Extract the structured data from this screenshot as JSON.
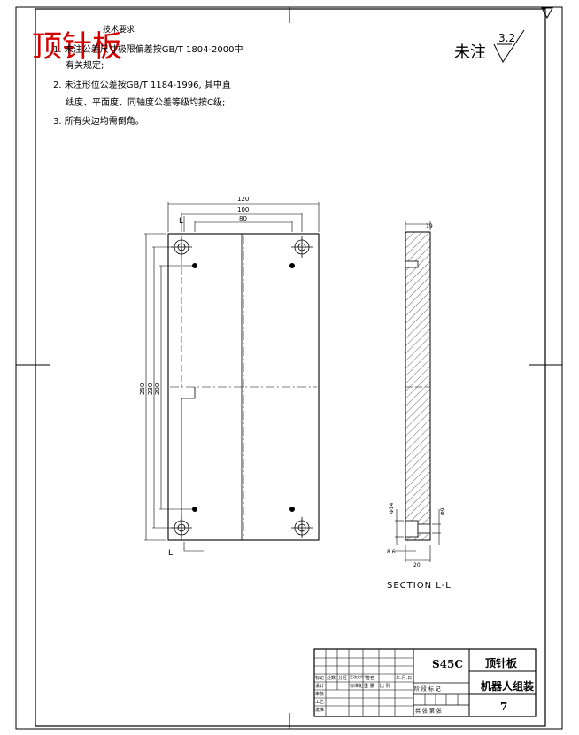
{
  "overlay_title": "顶针板",
  "notes": {
    "heading": "技术要求",
    "line1": "1. 未注公差尺寸极限偏差按GB/T 1804-2000中",
    "line1b": "有关规定;",
    "line2": "2. 未注形位公差按GB/T 1184-1996, 其中直",
    "line2b": "线度、平面度、同轴度公差等级均按C级;",
    "line3": "3. 所有尖边均需倒角。"
  },
  "roughness": {
    "label": "未注",
    "value": "3.2"
  },
  "dimensions": {
    "w120": "120",
    "w100": "100",
    "w80": "80",
    "h250": "250",
    "h230": "230",
    "h200": "200",
    "section_L": "L",
    "side_19": "19",
    "side_20": "20",
    "side_8_6": "8.6",
    "side_phi14": "Φ14",
    "side_phi9": "Φ9"
  },
  "section_label": "SECTION  L-L",
  "title_block": {
    "material": "S45C",
    "part_name": "顶针板",
    "drawing_title": "机器人组装",
    "number": "7",
    "stage_label": "阶 段 标 记",
    "scale_label": "重 量",
    "ratio_label": "比 例",
    "sheet_label": "共 张 第 张",
    "row_labels": [
      "标记",
      "处数",
      "分区",
      "更改文件号",
      "签名",
      "年.月.日"
    ],
    "role_labels": [
      "设计",
      "审核",
      "工艺",
      "标准化",
      "批准"
    ]
  }
}
